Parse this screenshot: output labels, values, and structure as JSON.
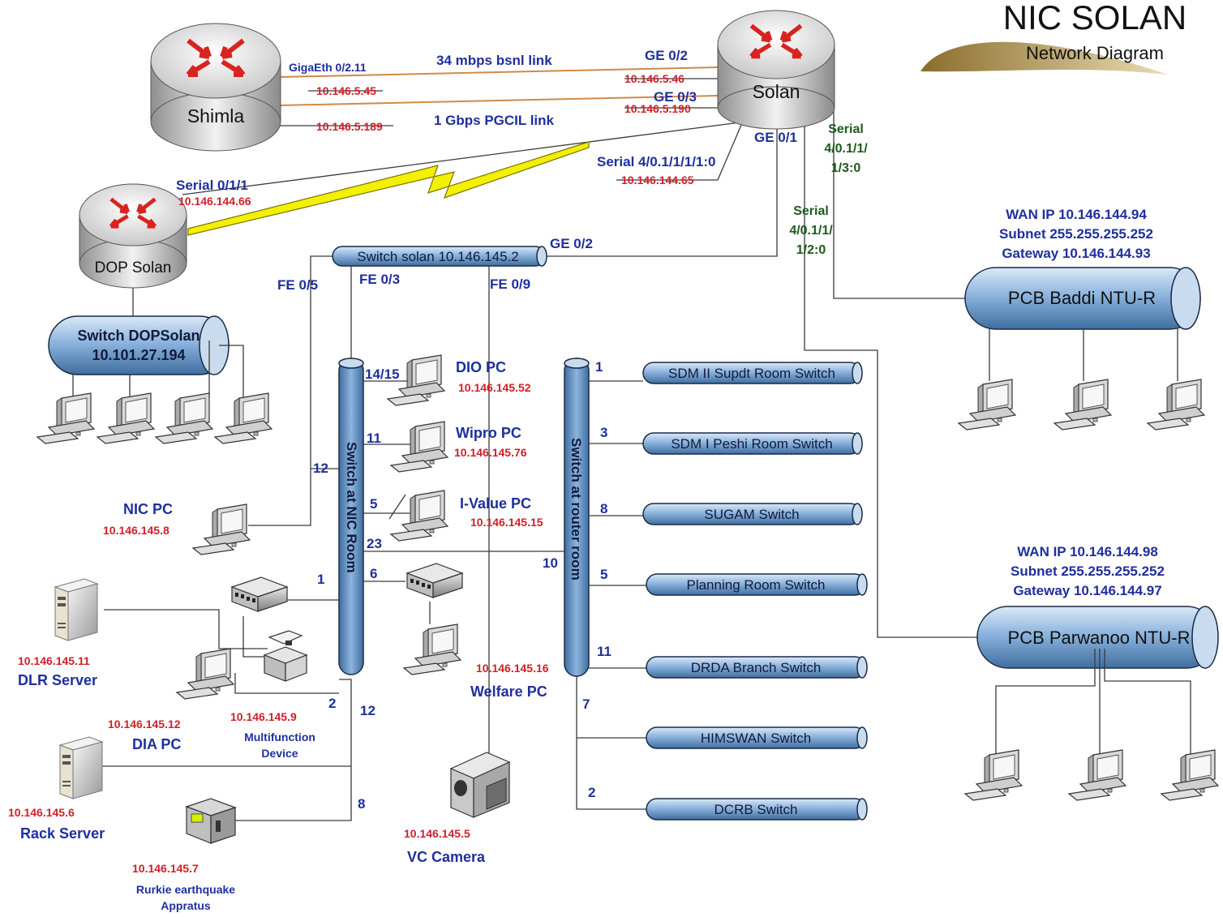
{
  "header": {
    "title": "NIC SOLAN",
    "subtitle": "Network Diagram"
  },
  "routers": {
    "shimla": {
      "name": "Shimla"
    },
    "solan": {
      "name": "Solan"
    },
    "dop": {
      "name": "DOP Solan"
    }
  },
  "links": {
    "bsnl": "34 mbps bsnl link",
    "pgcil": "1 Gbps PGCIL  link",
    "shimla_port": "GigaEth 0/2.11",
    "shimla_ip1": "10.146.5.45",
    "shimla_ip2": "10.146.5.189",
    "solan_ge02": "GE 0/2",
    "solan_ip1": "10.146.5.46",
    "solan_ge03": "GE 0/3",
    "solan_ip2": "10.146.5.190",
    "solan_ge01": "GE 0/1",
    "solan_serial": "Serial 4/0.1/1/1/1:0",
    "solan_serial_ip": "10.146.144.65",
    "dop_serial": "Serial 0/1/1",
    "dop_serial_ip": "10.146.144.66",
    "serial_a": [
      "Serial",
      "4/0.1/1/",
      "1/3:0"
    ],
    "serial_b": [
      "Serial",
      "4/0.1/1/",
      "1/2:0"
    ]
  },
  "switch_solan": {
    "label": "Switch solan 10.146.145.2",
    "ge": "GE 0/2",
    "fe05": "FE 0/5",
    "fe03": "FE 0/3",
    "fe09": "FE 0/9"
  },
  "switch_dop": {
    "line1": "Switch DOPSolan",
    "line2": "10.101.27.194"
  },
  "nic_switch": {
    "label": "Switch at NIC Room"
  },
  "router_switch": {
    "label": "Switch at router room"
  },
  "ports": {
    "p1415": "14/15",
    "p11": "11",
    "p12": "12",
    "p5": "5",
    "p23": "23",
    "p6": "6",
    "p1": "1",
    "p2": "2",
    "p12b": "12",
    "p8": "8",
    "p10": "10",
    "r1": "1",
    "r3": "3",
    "r8": "8",
    "r5": "5",
    "r11": "11",
    "r7": "7",
    "r2": "2"
  },
  "pcs": {
    "dio": {
      "name": "DIO PC",
      "ip": "10.146.145.52"
    },
    "wipro": {
      "name": "Wipro PC",
      "ip": "10.146.145.76"
    },
    "ivalue": {
      "name": "I-Value PC",
      "ip": "10.146.145.15"
    },
    "nic": {
      "name": "NIC PC",
      "ip": "10.146.145.8"
    },
    "welfare": {
      "name": "Welfare PC",
      "ip": "10.146.145.16"
    },
    "dia": {
      "name": "DIA PC",
      "ip": "10.146.145.12"
    }
  },
  "devices": {
    "dlr": {
      "name": "DLR Server",
      "ip": "10.146.145.11"
    },
    "rack": {
      "name": "Rack Server",
      "ip": "10.146.145.6"
    },
    "mfd": {
      "line1": "Multifunction",
      "line2": "Device",
      "ip": "10.146.145.9"
    },
    "rurkie": {
      "line1": "Rurkie earthquake",
      "line2": "Appratus",
      "ip": "10.146.145.7"
    },
    "vc": {
      "name": "VC Camera",
      "ip": "10.146.145.5"
    }
  },
  "room_switches": [
    "SDM II Supdt Room Switch",
    "SDM I Peshi Room Switch",
    "SUGAM Switch",
    "Planning Room Switch",
    "DRDA Branch Switch",
    "HIMSWAN  Switch",
    "DCRB  Switch"
  ],
  "baddi": {
    "name": "PCB Baddi NTU-R",
    "wan": "WAN IP 10.146.144.94",
    "subnet": "Subnet 255.255.255.252",
    "gateway": "Gateway 10.146.144.93"
  },
  "parwanoo": {
    "name": "PCB Parwanoo NTU-R",
    "wan": "WAN IP 10.146.144.98",
    "subnet": "Subnet 255.255.255.252",
    "gateway": "Gateway 10.146.144.97"
  },
  "colors": {
    "label_blue": "#1f2f9e",
    "ip_red": "#d0202a",
    "serial_green": "#1e5a1e",
    "tube_blue": "#7aa6d8",
    "lightning": "#f3f000"
  }
}
